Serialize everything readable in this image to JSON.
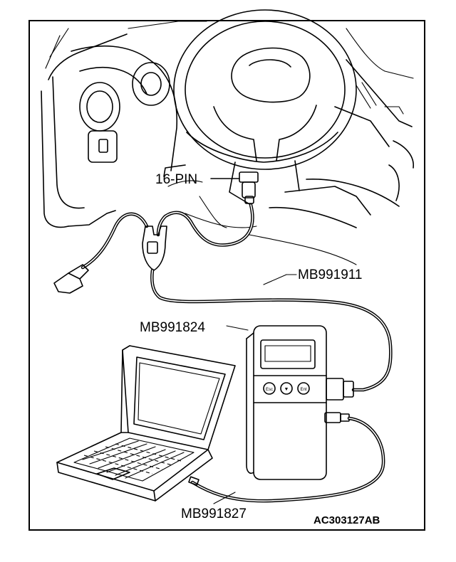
{
  "labels": {
    "pin": "16-PIN",
    "harness": "MB991911",
    "vci": "MB991824",
    "usb": "MB991827",
    "figure_code": "AC303127AB"
  },
  "vci_buttons": [
    "Esc",
    "▼",
    "Ent"
  ]
}
